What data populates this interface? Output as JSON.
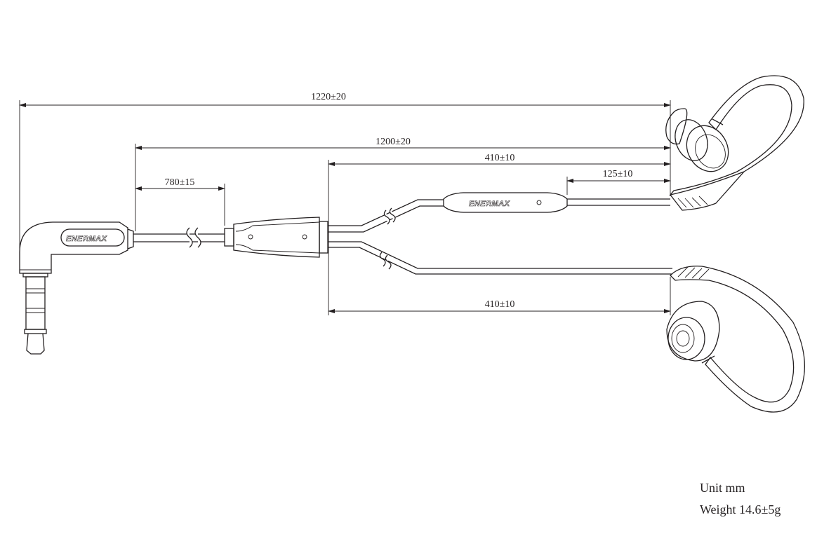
{
  "dimensions": {
    "total_length": "1220±20",
    "cable_length": "1200±20",
    "plug_to_splitter": "780±15",
    "left_branch": "410±10",
    "remote_to_earpiece": "125±10",
    "right_branch": "410±10"
  },
  "brand": "ENERMAX",
  "notes": {
    "unit": "Unit mm",
    "weight": "Weight 14.6±5g"
  }
}
